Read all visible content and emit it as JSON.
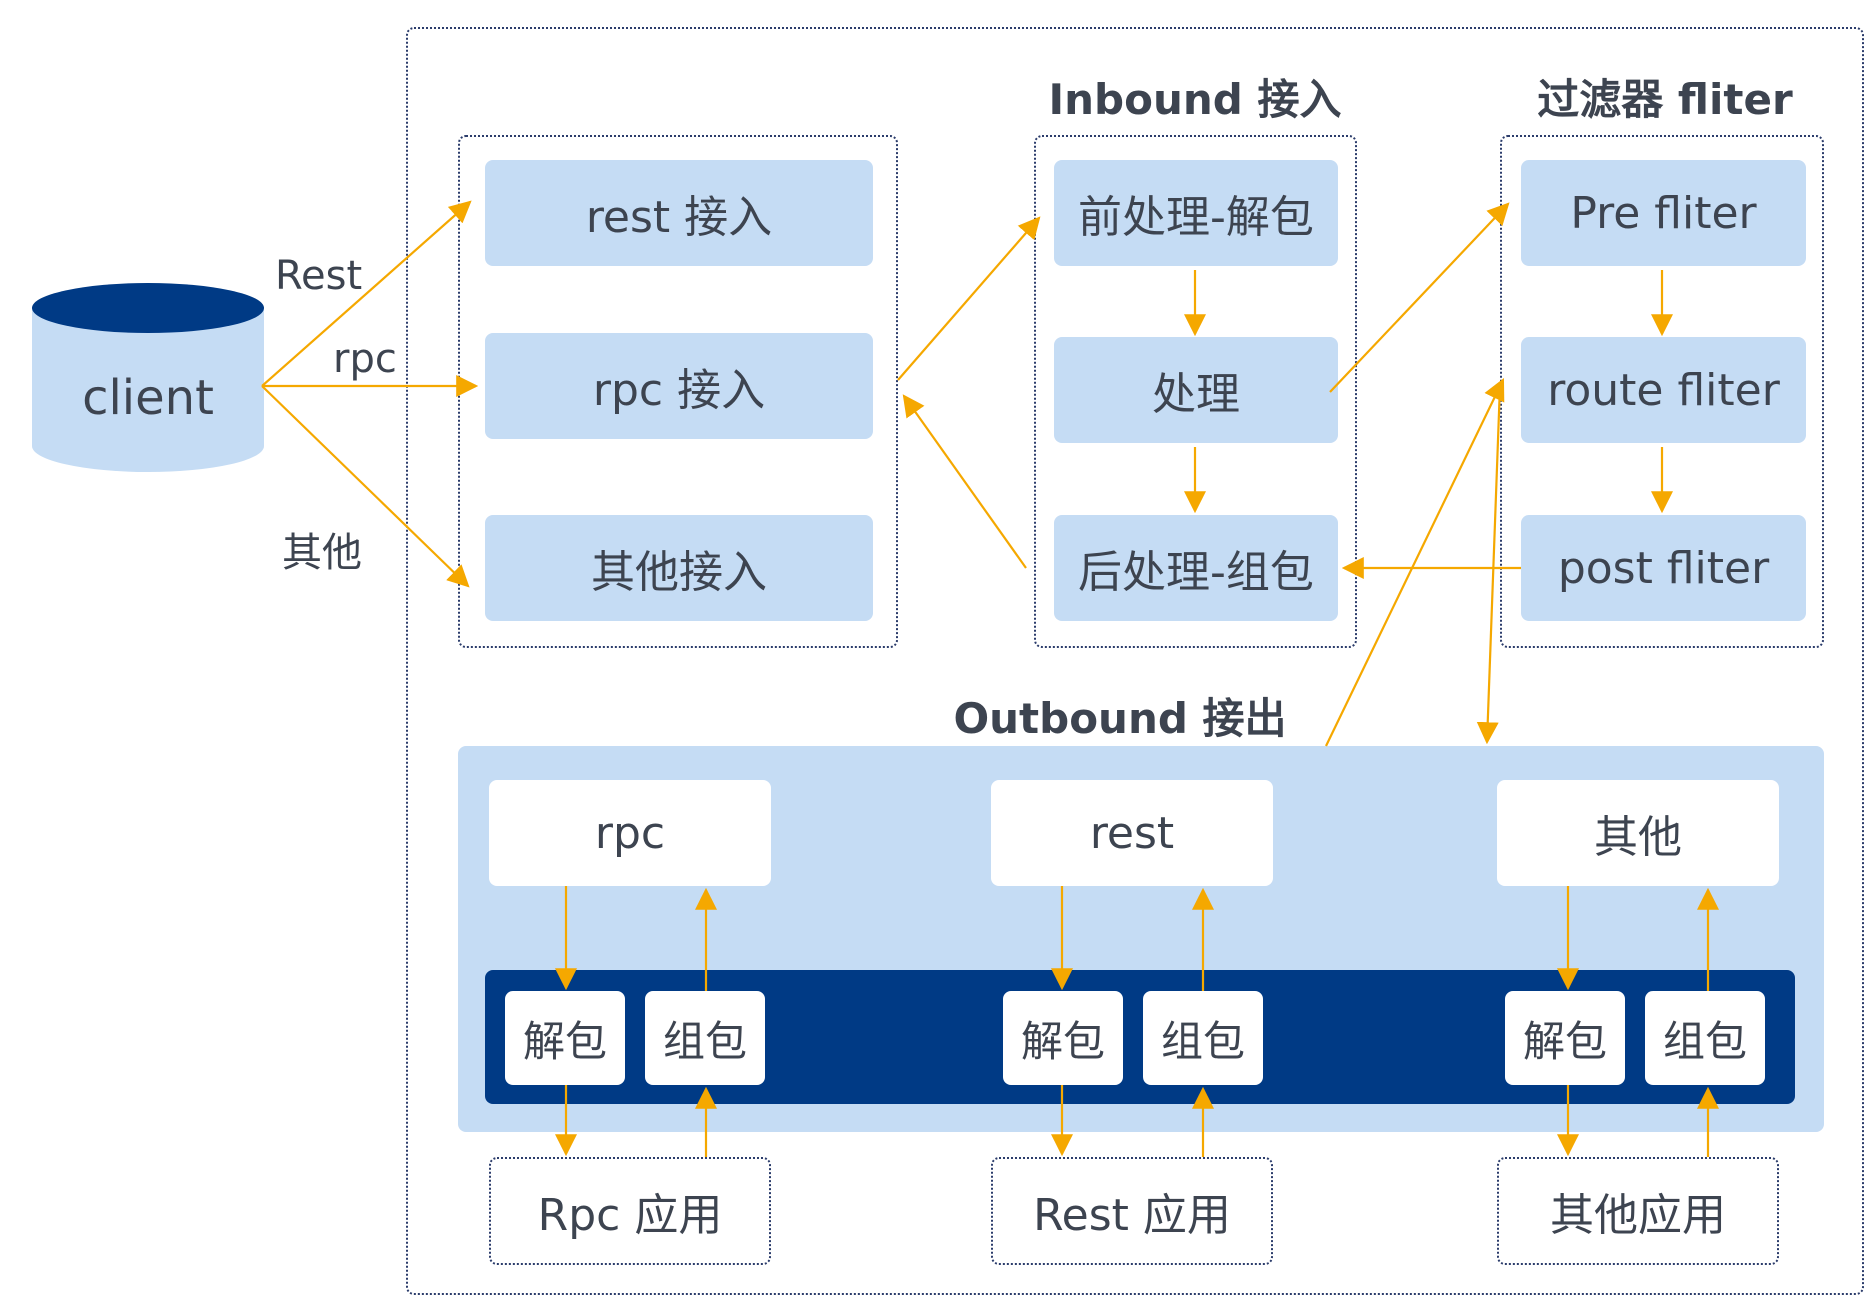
{
  "client": {
    "label": "client"
  },
  "edges": {
    "rest": "Rest",
    "rpc": "rpc",
    "other": "其他"
  },
  "access_group": {
    "items": [
      "rest 接入",
      "rpc 接入",
      "其他接入"
    ]
  },
  "inbound": {
    "title": "Inbound 接入",
    "items": [
      "前处理-解包",
      "处理",
      "后处理-组包"
    ]
  },
  "filter": {
    "title": "过滤器 fliter",
    "items": [
      "Pre fliter",
      "route fliter",
      "post fliter"
    ]
  },
  "outbound": {
    "title": "Outbound 接出",
    "protocols": [
      "rpc",
      "rest",
      "其他"
    ],
    "unpack": "解包",
    "pack": "组包"
  },
  "apps": [
    "Rpc 应用",
    "Rest 应用",
    "其他应用"
  ],
  "colors": {
    "box_fill": "#c5dcf4",
    "dark_band": "#003a85",
    "arrow": "#f5a800",
    "text": "#3d4450"
  }
}
